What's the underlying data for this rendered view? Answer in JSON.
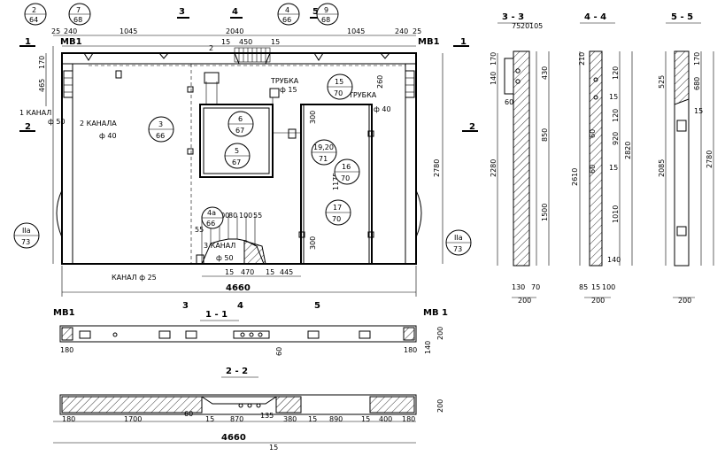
{
  "sections": {
    "s33": "3 - 3",
    "s44": "4 - 4",
    "s55": "5 - 5",
    "s11": "1 - 1",
    "s22": "2 - 2"
  },
  "cut_marks": {
    "c1": "1",
    "c2": "2",
    "c3": "3",
    "c4": "4",
    "c5": "5"
  },
  "labels": {
    "mb1_left": "МВ1",
    "mb1_right": "МВ1",
    "mb1_s11_left": "МВ1",
    "mb1_s11_right": "МВ 1",
    "kanal1": "1 КАНАЛ",
    "kanal1_d": "ф 50",
    "kanal2": "2 КАНАЛА",
    "kanal2_d": "ф 40",
    "trubka1": "ТРУБКА",
    "trubka1_d": "ф 15",
    "trubka2": "ТРУБКА",
    "trubka2_d": "ф 40",
    "kanal3": "3 КАНАЛ",
    "kanal3_d": "ф 50",
    "kanal_bottom": "КАНАЛ ф 25"
  },
  "callouts": [
    {
      "top": "2",
      "bottom": "64"
    },
    {
      "top": "7",
      "bottom": "68"
    },
    {
      "top": "4",
      "bottom": "66"
    },
    {
      "top": "9",
      "bottom": "68"
    },
    {
      "top": "15",
      "bottom": "70"
    },
    {
      "top": "3",
      "bottom": "66"
    },
    {
      "top": "6",
      "bottom": "67"
    },
    {
      "top": "5",
      "bottom": "67"
    },
    {
      "top": "19,20",
      "bottom": "71"
    },
    {
      "top": "16",
      "bottom": "70"
    },
    {
      "top": "17",
      "bottom": "70"
    },
    {
      "top": "4a",
      "bottom": "66"
    },
    {
      "top": "IIa",
      "bottom": "73"
    },
    {
      "top": "IIa",
      "bottom": "73"
    }
  ],
  "dims": {
    "top": [
      "25",
      "240",
      "1045",
      "2040",
      "1045",
      "240",
      "25"
    ],
    "top_small": [
      "15",
      "450",
      "15"
    ],
    "top_2": "2",
    "left_170": "170",
    "left_465": "465",
    "h2780": "2780",
    "overall": "4660",
    "d260": "260",
    "d300a": "300",
    "d300b": "300",
    "d1175": "1175",
    "d80": "80",
    "d55": "55",
    "d100": "100",
    "d80b": "80",
    "d100b": "100",
    "d55b": "55",
    "d15": "15",
    "d470": "470",
    "d15b": "15",
    "d445": "445",
    "s33_dims": [
      "75",
      "20",
      "105",
      "170",
      "140",
      "430",
      "60",
      "850",
      "1500",
      "2280",
      "130",
      "70",
      "200"
    ],
    "s44_dims": [
      "210",
      "120",
      "15",
      "120",
      "60",
      "920",
      "2820",
      "15",
      "60",
      "1010",
      "2610",
      "140",
      "85",
      "15",
      "100",
      "200"
    ],
    "s55_dims": [
      "170",
      "680",
      "525",
      "15",
      "2085",
      "2780",
      "200"
    ],
    "s11_dims": [
      "180",
      "180",
      "200",
      "60",
      "140"
    ],
    "s22_dims": [
      "180",
      "1700",
      "60",
      "15",
      "870",
      "135",
      "380",
      "15",
      "890",
      "15",
      "400",
      "180",
      "200",
      "4660",
      "15"
    ]
  }
}
